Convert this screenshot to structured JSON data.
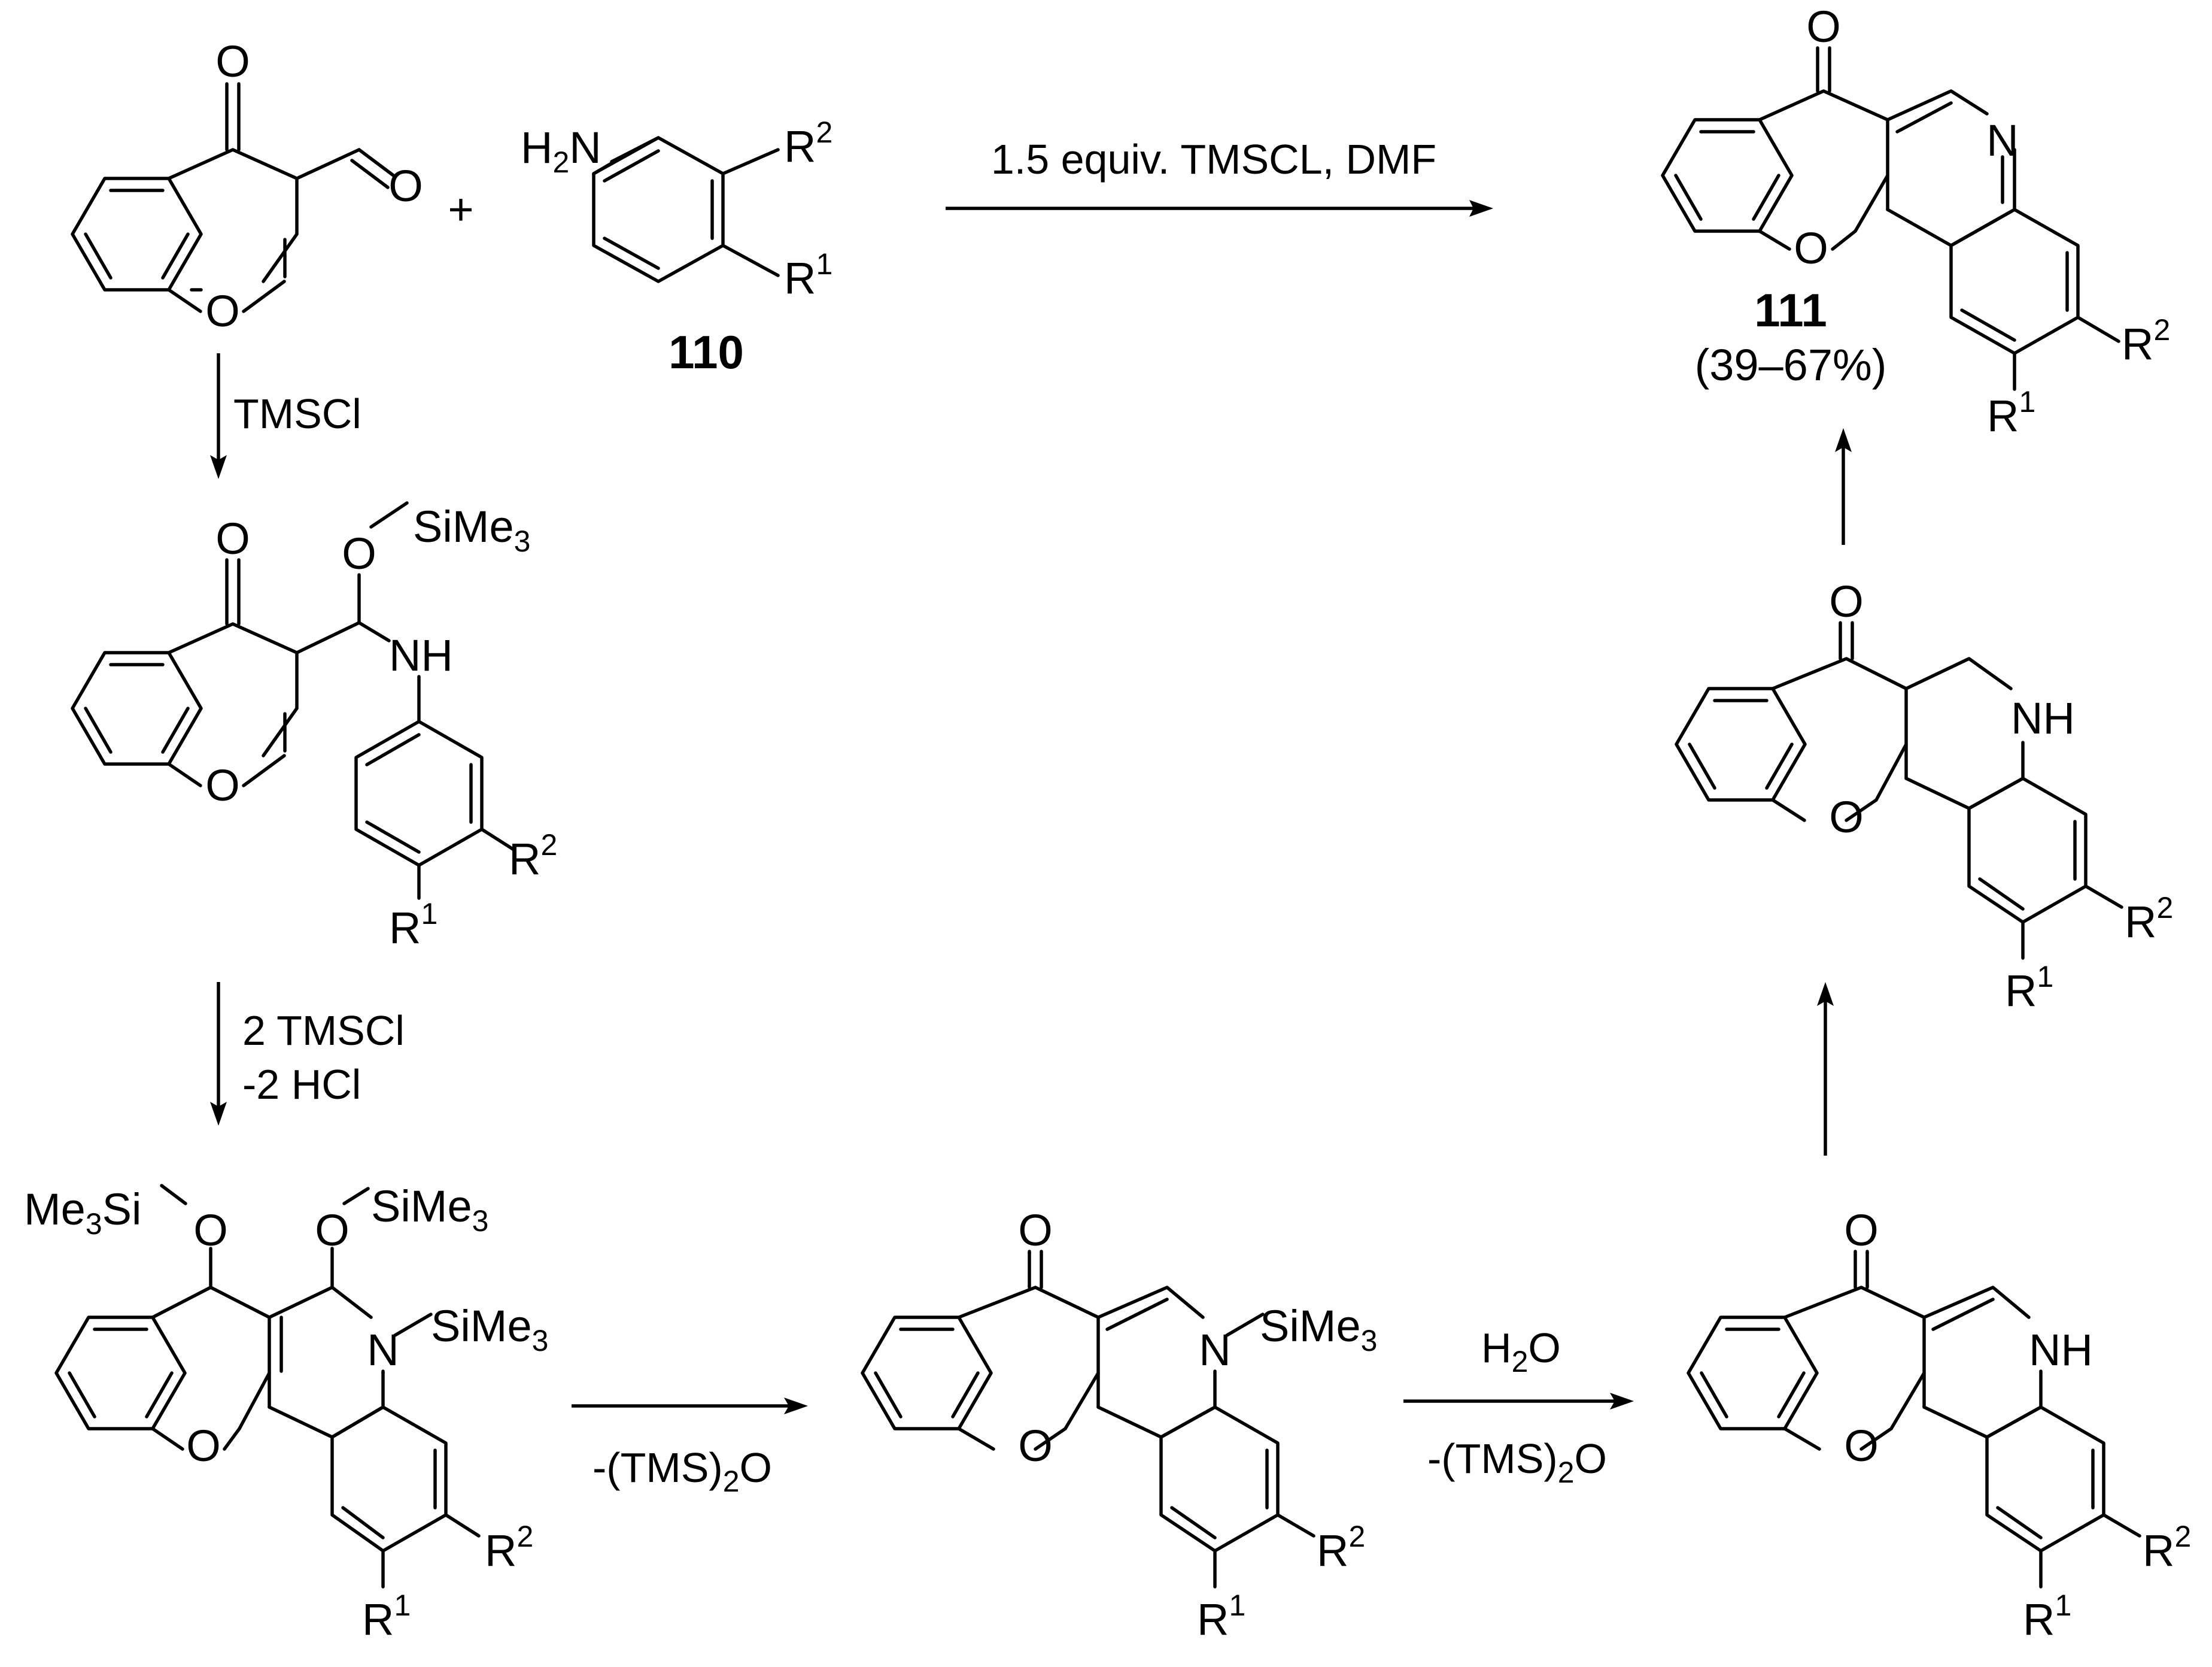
{
  "reagents": {
    "aniline_amine": "H2N",
    "compound_110": "110",
    "plus": "+"
  },
  "conditions": {
    "top": "1.5 equiv. TMSCL, DMF",
    "step1": "TMSCl",
    "step2_line1": "2 TMSCl",
    "step2_line2": "-2 HCl",
    "step3": "-(TMS)2O",
    "step4_line1": "H2O",
    "step4_line2": "-(TMS)2O"
  },
  "product": {
    "number": "111",
    "yield": "(39–67%)"
  },
  "atoms": {
    "O": "O",
    "N": "N",
    "NH": "NH",
    "OSiMe3": "SiMe3",
    "Me3Si": "Me3Si",
    "R1": "R1",
    "R2": "R2"
  }
}
